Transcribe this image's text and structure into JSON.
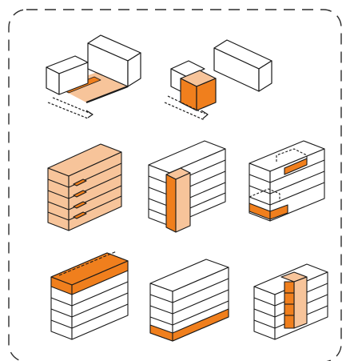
{
  "colors": {
    "accent": "#f07f1d",
    "light_accent": "#f7c49a",
    "outline": "#1a1a1a",
    "frame": "#2b2b2b",
    "background": "#ffffff"
  },
  "figure": {
    "frame_style": "dashed-rounded",
    "panels": [
      {
        "id": "p1",
        "description_name": "massing-two-blocks-ground-plane"
      },
      {
        "id": "p2",
        "description_name": "massing-two-blocks-orange-cube"
      },
      {
        "id": "p3",
        "description_name": "stacked-floors-all-highlighted"
      },
      {
        "id": "p4",
        "description_name": "stacked-floors-vertical-core"
      },
      {
        "id": "p5",
        "description_name": "stacked-floors-cut-outs"
      },
      {
        "id": "p6",
        "description_name": "stacked-floors-top-floor"
      },
      {
        "id": "p7",
        "description_name": "stacked-floors-ground-floor"
      },
      {
        "id": "p8",
        "description_name": "stacked-floors-central-void"
      }
    ]
  }
}
